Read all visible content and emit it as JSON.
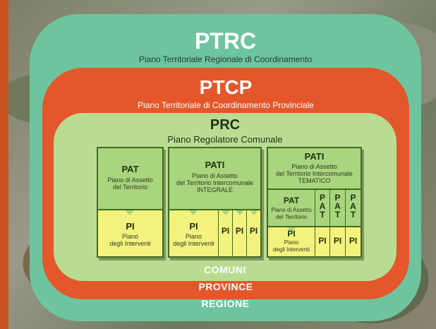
{
  "regione": {
    "title": "PTRC",
    "subtitle": "Piano Territoriale Regionale di Coordinamento",
    "band": "REGIONE"
  },
  "province": {
    "title": "PTCP",
    "subtitle": "Piano Territoriale di Coordinamento Provinciale",
    "band": "PROVINCE"
  },
  "comuni": {
    "title": "PRC",
    "subtitle": "Piano Regolatore Comunale",
    "band": "COMUNI"
  },
  "box1": {
    "title": "PAT",
    "line1": "Piano di Assetto",
    "line2": "del Territorio",
    "pi": "PI",
    "pi_line1": "Piano",
    "pi_line2": "degli Interventi"
  },
  "box2": {
    "title": "PATI",
    "line1": "Piano di Assetto",
    "line2": "del Territorio Intercomunale",
    "line3": "INTEGRALE",
    "pi": "PI",
    "pi_line1": "Piano",
    "pi_line2": "degli Interventi",
    "pi_small": "PI"
  },
  "box3": {
    "title": "PATI",
    "line1": "Piano di Assetto",
    "line2": "del Territorio Intercomunale",
    "line3": "TEMATICO",
    "pat": "PAT",
    "pat_line1": "Piano di Assetto",
    "pat_line2": "del Territorio",
    "pat_vertical": [
      "P",
      "A",
      "T"
    ],
    "pi": "PI",
    "pi_line1": "Piano",
    "pi_line2": "degli Interventi",
    "pi_small": "PI"
  },
  "colors": {
    "regione": "#6fc4a0",
    "province": "#e4572b",
    "comuni": "#b9dc92",
    "pat_green": "#a9d57e",
    "pi_yellow": "#f4f27e"
  }
}
